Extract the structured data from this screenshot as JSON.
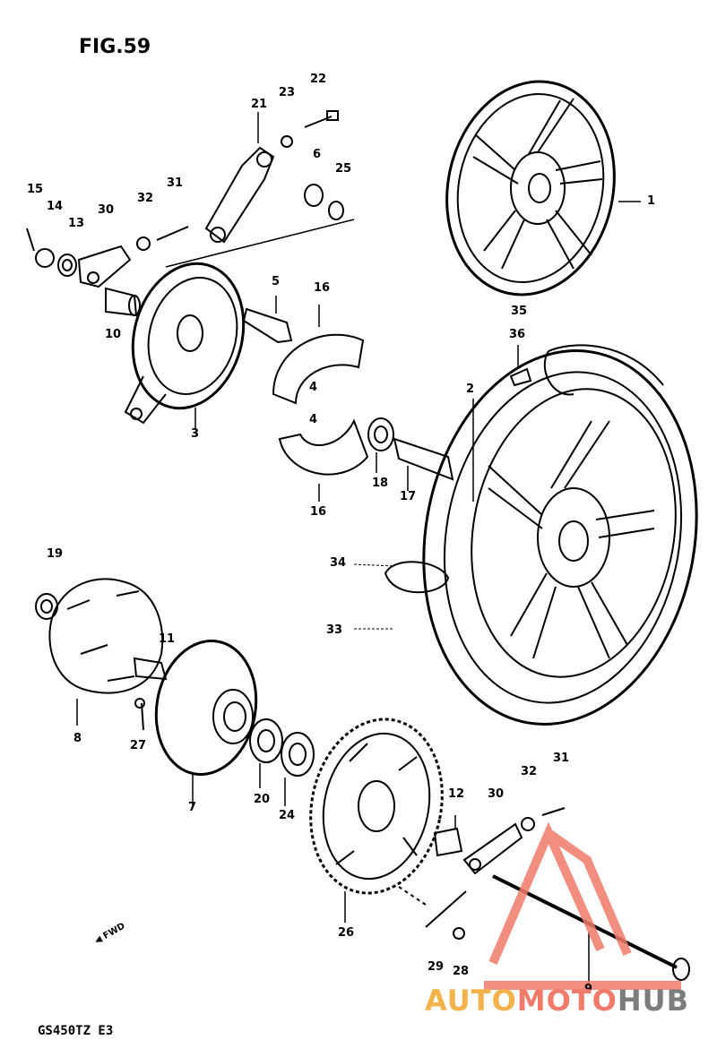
{
  "figure_title": "FIG.59",
  "model_code": "GS450TZ E3",
  "direction_label": "FWD",
  "watermark": {
    "part1": "AUTO",
    "part2": "MOTO",
    "part3": "HUB"
  },
  "part_labels": [
    "1",
    "2",
    "3",
    "4",
    "4",
    "5",
    "6",
    "7",
    "8",
    "9",
    "10",
    "11",
    "12",
    "13",
    "14",
    "15",
    "16",
    "16",
    "17",
    "18",
    "19",
    "20",
    "21",
    "22",
    "23",
    "24",
    "25",
    "26",
    "27",
    "28",
    "29",
    "30",
    "30",
    "31",
    "31",
    "32",
    "32",
    "33",
    "34",
    "35",
    "36"
  ],
  "icons": {
    "logo": "triangle-logo-icon",
    "arrow": "forward-arrow-icon"
  },
  "colors": {
    "watermark_yellow": "#f3b24a",
    "watermark_red": "#f07b6a",
    "watermark_gray": "#7c7c7c",
    "line": "#000000"
  }
}
